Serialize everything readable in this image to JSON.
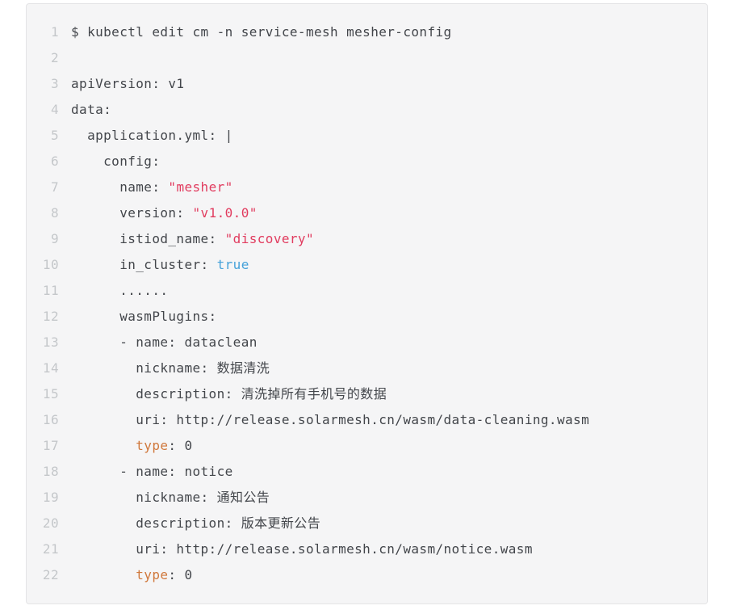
{
  "colors": {
    "page_background": "#ffffff",
    "block_background": "#f5f5f6",
    "block_border": "#e4e4e6",
    "line_number": "#c4c7ca",
    "code_text": "#43464b",
    "string_token": "#e13c5f",
    "literal_token": "#46a2da",
    "keyword_token": "#d0783c"
  },
  "code_block": {
    "language": "yaml",
    "lines": [
      {
        "num": 1,
        "tokens": [
          {
            "t": "$ kubectl edit cm -n service-mesh mesher-config",
            "c": "plain"
          }
        ]
      },
      {
        "num": 2,
        "tokens": [
          {
            "t": "",
            "c": "plain"
          }
        ]
      },
      {
        "num": 3,
        "tokens": [
          {
            "t": "apiVersion: v1",
            "c": "plain"
          }
        ]
      },
      {
        "num": 4,
        "tokens": [
          {
            "t": "data:",
            "c": "plain"
          }
        ]
      },
      {
        "num": 5,
        "tokens": [
          {
            "t": "  application.yml: |",
            "c": "plain"
          }
        ]
      },
      {
        "num": 6,
        "tokens": [
          {
            "t": "    config:",
            "c": "plain"
          }
        ]
      },
      {
        "num": 7,
        "tokens": [
          {
            "t": "      name: ",
            "c": "plain"
          },
          {
            "t": "\"mesher\"",
            "c": "string"
          }
        ]
      },
      {
        "num": 8,
        "tokens": [
          {
            "t": "      version: ",
            "c": "plain"
          },
          {
            "t": "\"v1.0.0\"",
            "c": "string"
          }
        ]
      },
      {
        "num": 9,
        "tokens": [
          {
            "t": "      istiod_name: ",
            "c": "plain"
          },
          {
            "t": "\"discovery\"",
            "c": "string"
          }
        ]
      },
      {
        "num": 10,
        "tokens": [
          {
            "t": "      in_cluster: ",
            "c": "plain"
          },
          {
            "t": "true",
            "c": "literal"
          }
        ]
      },
      {
        "num": 11,
        "tokens": [
          {
            "t": "      ......",
            "c": "plain"
          }
        ]
      },
      {
        "num": 12,
        "tokens": [
          {
            "t": "      wasmPlugins:",
            "c": "plain"
          }
        ]
      },
      {
        "num": 13,
        "tokens": [
          {
            "t": "      - name: dataclean",
            "c": "plain"
          }
        ]
      },
      {
        "num": 14,
        "tokens": [
          {
            "t": "        nickname: 数据清洗",
            "c": "plain"
          }
        ]
      },
      {
        "num": 15,
        "tokens": [
          {
            "t": "        description: 清洗掉所有手机号的数据",
            "c": "plain"
          }
        ]
      },
      {
        "num": 16,
        "tokens": [
          {
            "t": "        uri: http://release.solarmesh.cn/wasm/data-cleaning.wasm",
            "c": "plain"
          }
        ]
      },
      {
        "num": 17,
        "tokens": [
          {
            "t": "        ",
            "c": "plain"
          },
          {
            "t": "type",
            "c": "keyword"
          },
          {
            "t": ": 0",
            "c": "plain"
          }
        ]
      },
      {
        "num": 18,
        "tokens": [
          {
            "t": "      - name: notice",
            "c": "plain"
          }
        ]
      },
      {
        "num": 19,
        "tokens": [
          {
            "t": "        nickname: 通知公告",
            "c": "plain"
          }
        ]
      },
      {
        "num": 20,
        "tokens": [
          {
            "t": "        description: 版本更新公告",
            "c": "plain"
          }
        ]
      },
      {
        "num": 21,
        "tokens": [
          {
            "t": "        uri: http://release.solarmesh.cn/wasm/notice.wasm",
            "c": "plain"
          }
        ]
      },
      {
        "num": 22,
        "tokens": [
          {
            "t": "        ",
            "c": "plain"
          },
          {
            "t": "type",
            "c": "keyword"
          },
          {
            "t": ": 0",
            "c": "plain"
          }
        ]
      }
    ]
  }
}
